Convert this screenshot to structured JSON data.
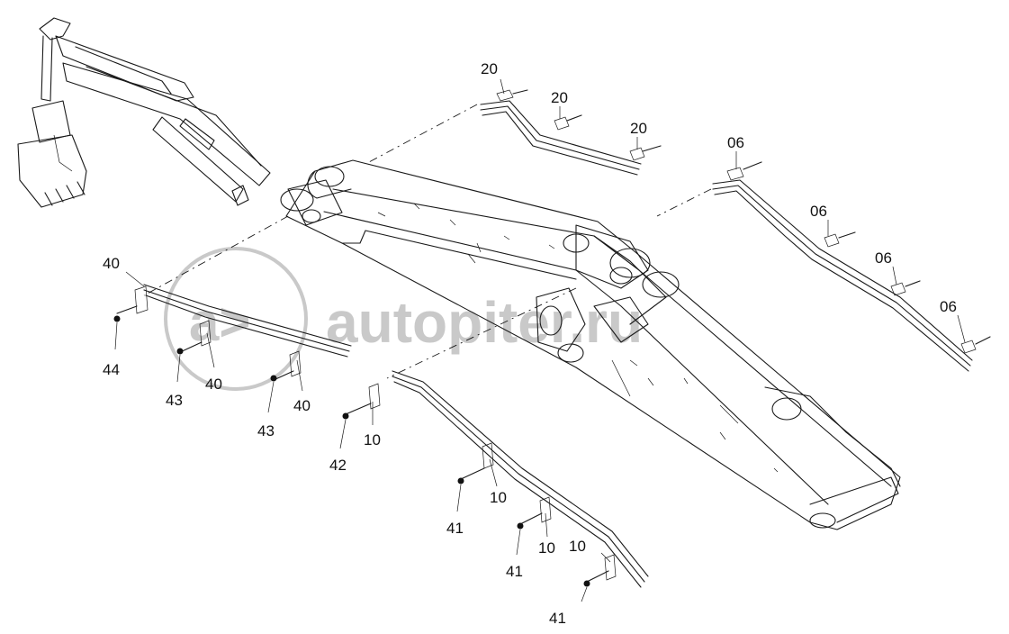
{
  "watermark": {
    "text": "autopiter.ru",
    "color": "#c9c9c9"
  },
  "callouts": [
    {
      "id": "c20a",
      "label": "20"
    },
    {
      "id": "c20b",
      "label": "20"
    },
    {
      "id": "c20c",
      "label": "20"
    },
    {
      "id": "c06a",
      "label": "06"
    },
    {
      "id": "c06b",
      "label": "06"
    },
    {
      "id": "c06c",
      "label": "06"
    },
    {
      "id": "c06d",
      "label": "06"
    },
    {
      "id": "c40a",
      "label": "40"
    },
    {
      "id": "c44",
      "label": "44"
    },
    {
      "id": "c43a",
      "label": "43"
    },
    {
      "id": "c40b",
      "label": "40"
    },
    {
      "id": "c43b",
      "label": "43"
    },
    {
      "id": "c40c",
      "label": "40"
    },
    {
      "id": "c42",
      "label": "42"
    },
    {
      "id": "c10a",
      "label": "10"
    },
    {
      "id": "c10b",
      "label": "10"
    },
    {
      "id": "c41a",
      "label": "41"
    },
    {
      "id": "c10c",
      "label": "10"
    },
    {
      "id": "c41b",
      "label": "41"
    },
    {
      "id": "c10d",
      "label": "10"
    },
    {
      "id": "c41c",
      "label": "41"
    }
  ]
}
